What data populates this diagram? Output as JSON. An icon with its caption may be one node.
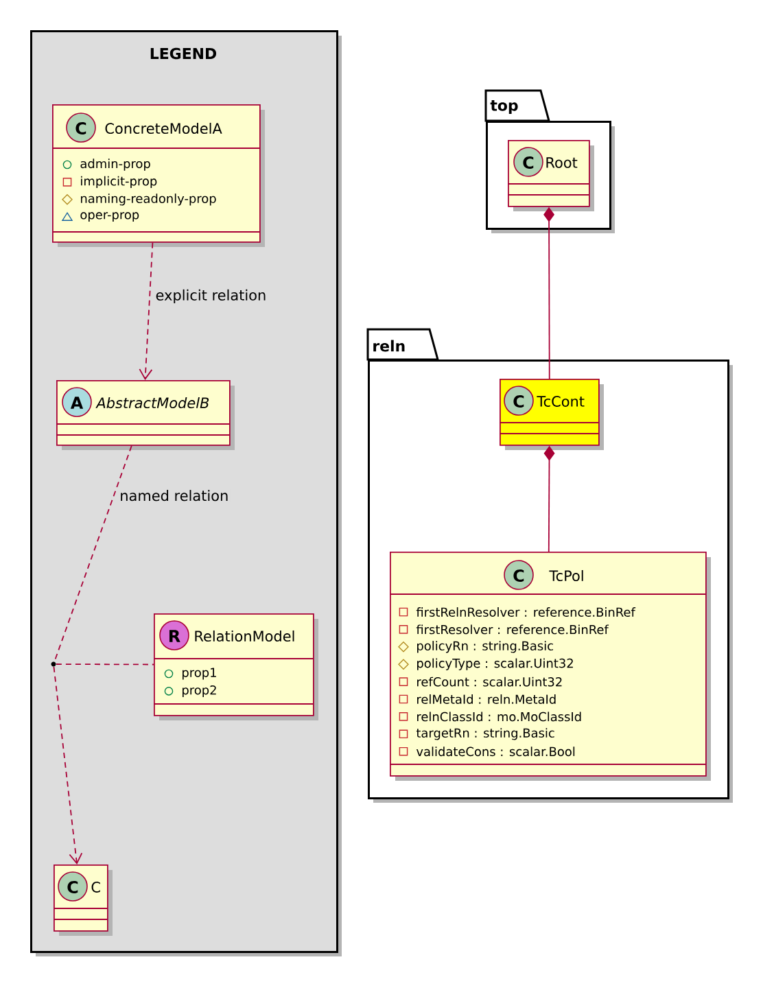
{
  "diagram": {
    "nodes": [
      {
        "text": [
          "LEGEND"
        ]
      },
      {
        "text": [
          "C",
          "ConcreteModelA",
          "admin-prop",
          "implicit-prop",
          "naming-readonly-prop",
          "oper-prop"
        ],
        "in": 0
      },
      {
        "text": [
          "A",
          "AbstractModelB"
        ],
        "in": 0
      },
      {
        "text": [],
        "shape": "circle",
        "in": 0
      },
      {
        "text": [
          "R",
          "RelationModel",
          "prop1",
          "prop2"
        ],
        "in": 0
      },
      {
        "text": [
          "C",
          "C"
        ],
        "in": 0
      },
      {
        "text": [
          "top"
        ]
      },
      {
        "text": [
          "C",
          "Root"
        ],
        "in": 6
      },
      {
        "text": [
          "reln"
        ]
      },
      {
        "text": [
          "C",
          "TcCont"
        ],
        "in": 8
      },
      {
        "text": [
          "C",
          "TcPol",
          "firstRelnResolver : reference.BinRef",
          "firstResolver : reference.BinRef",
          "policyRn : string.Basic",
          "policyType : scalar.Uint32",
          "refCount : scalar.Uint32",
          "relMetaId : reln.MetaId",
          "relnClassId : mo.MoClassId",
          "targetRn : string.Basic",
          "validateCons : scalar.Bool"
        ],
        "in": 8
      }
    ],
    "edges": [
      {
        "from": 1,
        "to": 2,
        "arrow": "to",
        "style": "dashed",
        "label": "explicit relation"
      },
      {
        "from": 2,
        "to": 3,
        "arrow": "none",
        "style": "dashed",
        "label": "named relation"
      },
      {
        "from": 3,
        "to": 5,
        "arrow": "to",
        "style": "dashed"
      },
      {
        "from": 3,
        "to": 4,
        "arrow": "none",
        "style": "dashed"
      },
      {
        "from": 7,
        "to": 9,
        "arrow": "other"
      },
      {
        "from": 9,
        "to": 10,
        "arrow": "other"
      }
    ]
  }
}
